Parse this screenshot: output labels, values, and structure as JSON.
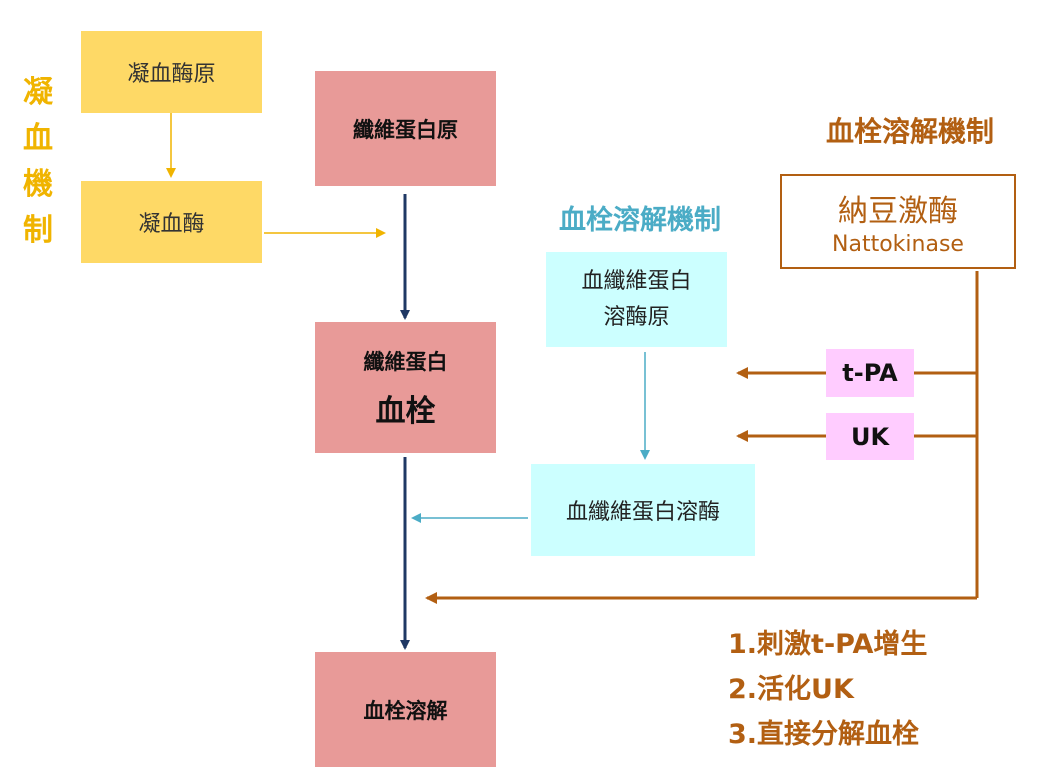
{
  "left_label": [
    "凝",
    "血",
    "機",
    "制"
  ],
  "coag": {
    "box1": "凝血酶原",
    "box2": "凝血酶"
  },
  "main": {
    "fibrinogen": "纖維蛋白原",
    "clot_line1": "纖維蛋白",
    "clot_line2": "血栓",
    "lysis": "血栓溶解"
  },
  "fibrinolysis": {
    "title": "血栓溶解機制",
    "plasminogen_line1": "血纖維蛋白",
    "plasminogen_line2": "溶酶原",
    "plasmin": "血纖維蛋白溶酶"
  },
  "natto": {
    "title": "血栓溶解機制",
    "name_zh": "納豆激酶",
    "name_en": "Nattokinase",
    "tpa": "t-PA",
    "uk": "UK",
    "notes": [
      "1.刺激t-PA增生",
      "2.活化UK",
      "3.直接分解血栓"
    ]
  },
  "colors": {
    "yellow": "#fed966",
    "pink": "#e89a98",
    "cyan": "#ccffff",
    "magenta": "#ffccff",
    "brown": "#b25f12",
    "teal": "#4bacc6",
    "navy": "#1f3864",
    "gold": "#f0b400"
  }
}
